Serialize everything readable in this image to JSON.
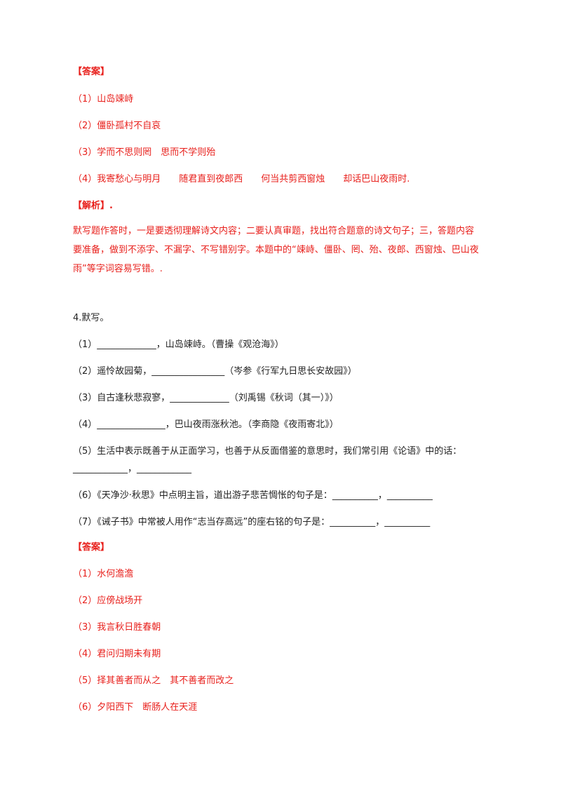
{
  "section1": {
    "answer_heading": "【答案】",
    "answers": [
      "（1）山岛竦峙",
      "（2）僵卧孤村不自哀",
      "（3）学而不思则罔　思而不学则殆",
      "（4）我寄愁心与明月　　随君直到夜郎西　　何当共剪西窗烛　　却话巴山夜雨时."
    ],
    "analysis_heading": "【解析】.",
    "analysis_lines": [
      "默写题作答时，一是要透彻理解诗文内容；二要认真审题，找出符合题意的诗文句子；三，答题内容",
      "要准备，做到不添字、不漏字、不写错别字。本题中的“竦峙、僵卧、罔、殆、夜郎、西窗烛、巴山夜",
      "雨”等字词容易写错。."
    ]
  },
  "question4": {
    "title": "4.默写。",
    "items": [
      "（1）_____________，山岛竦峙。（曹操《观沧海》）",
      "（2）遥怜故园菊，________________（岑参《行军九日思长安故园》）",
      "（3）自古逢秋悲寂寥，_____________（刘禹锡《秋词（其一）》）",
      "（4）_______________，巴山夜雨涨秋池。（李商隐《夜雨寄北》）",
      "（5）生活中表示既善于从正面学习，也善于从反面借鉴的意思时，我们常引用《论语》中的话：",
      "____________，____________",
      "（6）《天净沙·秋思》中点明主旨，道出游子悲苦惆怅的句子是：__________，__________",
      "（7）《诫子书》中常被人用作“志当存高远”的座右铭的句子是：__________，__________"
    ],
    "answer_heading": "【答案】",
    "answers": [
      "（1）水何澹澹",
      "（2）应傍战场开",
      "（3）我言秋日胜春朝",
      "（4）君问归期未有期",
      "（5）择其善者而从之　其不善者而改之",
      "（6）夕阳西下　断肠人在天涯"
    ]
  },
  "colors": {
    "answer_red": "#e8201c",
    "text": "#222222"
  }
}
